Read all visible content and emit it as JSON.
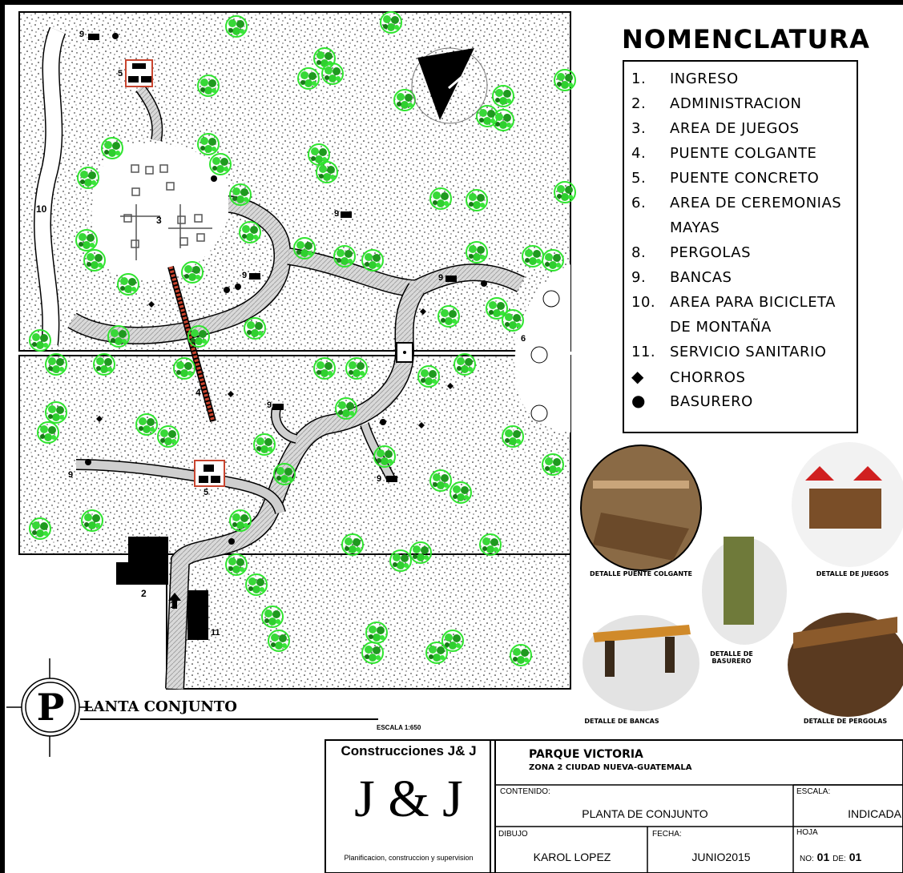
{
  "legend": {
    "title": "NOMENCLATURA",
    "items": [
      {
        "num": "1.",
        "label": "INGRESO"
      },
      {
        "num": "2.",
        "label": "ADMINISTRACION"
      },
      {
        "num": "3.",
        "label": "AREA DE JUEGOS"
      },
      {
        "num": "4.",
        "label": "PUENTE COLGANTE"
      },
      {
        "num": "5.",
        "label": "PUENTE CONCRETO"
      },
      {
        "num": "6.",
        "label": "AREA DE CEREMONIAS"
      },
      {
        "num": "",
        "label": "MAYAS"
      },
      {
        "num": "8.",
        "label": "PERGOLAS"
      },
      {
        "num": "9.",
        "label": "BANCAS"
      },
      {
        "num": "10.",
        "label": "AREA PARA BICICLETA"
      },
      {
        "num": "",
        "label": "DE MONTAÑA"
      },
      {
        "num": "11.",
        "label": "SERVICIO SANITARIO"
      }
    ],
    "symbols": [
      {
        "icon": "diamond-icon",
        "label": "CHORROS"
      },
      {
        "icon": "circle-icon",
        "label": "BASURERO"
      }
    ]
  },
  "plan": {
    "labels": {
      "ingreso": "1",
      "administracion": "2",
      "juegos": "3",
      "puente_colgante": "4",
      "puente_concreto_top": "5",
      "puente_concreto_bottom": "5",
      "ceremonias": "6",
      "bicicleta": "10",
      "sanitario": "11",
      "banca_a": "9",
      "banca_b": "9",
      "banca_c": "9",
      "banca_d": "9",
      "banca_e": "9",
      "banca_f": "9",
      "banca_g": "9"
    },
    "title": "LANTA CONJUNTO",
    "title_badge": "P",
    "scale": "ESCALA 1:650"
  },
  "details": [
    {
      "caption": "DETALLE PUENTE COLGANTE"
    },
    {
      "caption": "DETALLE DE JUEGOS"
    },
    {
      "caption": "DETALLE DE BASURERO"
    },
    {
      "caption": "DETALLE DE BANCAS"
    },
    {
      "caption": "DETALLE DE PERGOLAS"
    }
  ],
  "title_block": {
    "company": "Construcciones J& J",
    "logo": "J & J",
    "tagline": "Planificacion, construccion y supervision",
    "project": "PARQUE VICTORIA",
    "location": "ZONA 2 CIUDAD NUEVA-GUATEMALA",
    "content_label": "CONTENIDO:",
    "content_value": "PLANTA DE CONJUNTO",
    "scale_label": "ESCALA:",
    "scale_value": "INDICADA",
    "drawn_label": "DIBUJO",
    "drawn_value": "KAROL LOPEZ",
    "date_label": "FECHA:",
    "date_value": "JUNIO2015",
    "sheet_label": "HOJA",
    "sheet_no_label": "NO:",
    "sheet_no": "01",
    "sheet_of_label": "DE:",
    "sheet_total": "01"
  }
}
